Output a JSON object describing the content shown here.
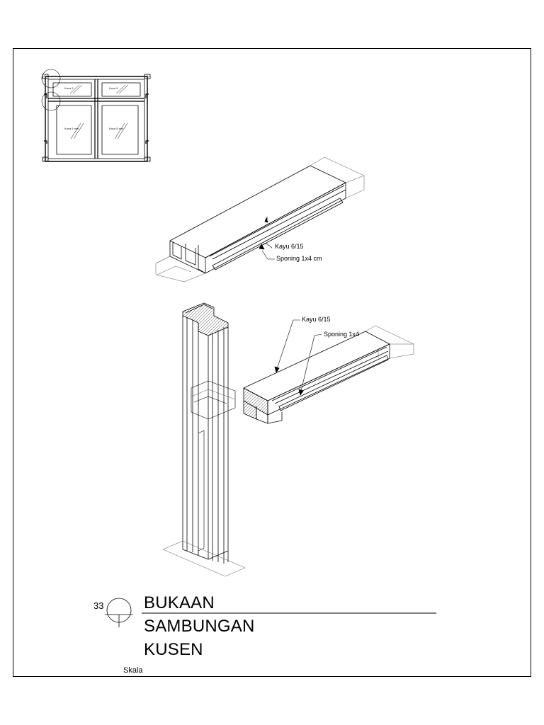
{
  "detail_number": "33",
  "title_lines": [
    "BUKAAN",
    "SAMBUNGAN",
    "KUSEN"
  ],
  "scale_label": "Skala",
  "callouts": {
    "top_kayu": "Kayu 6/15",
    "top_sponing": "Sponing 1x4 cm",
    "right_kayu": "Kayu 6/15",
    "right_sponing": "Sponing 1x4"
  },
  "window_panel_text": {
    "top_left": "Kaca 5",
    "top_right": "Kaca 5",
    "bottom_left": "Kaca 5 mm",
    "bottom_right": "Kaca 5 mm"
  }
}
